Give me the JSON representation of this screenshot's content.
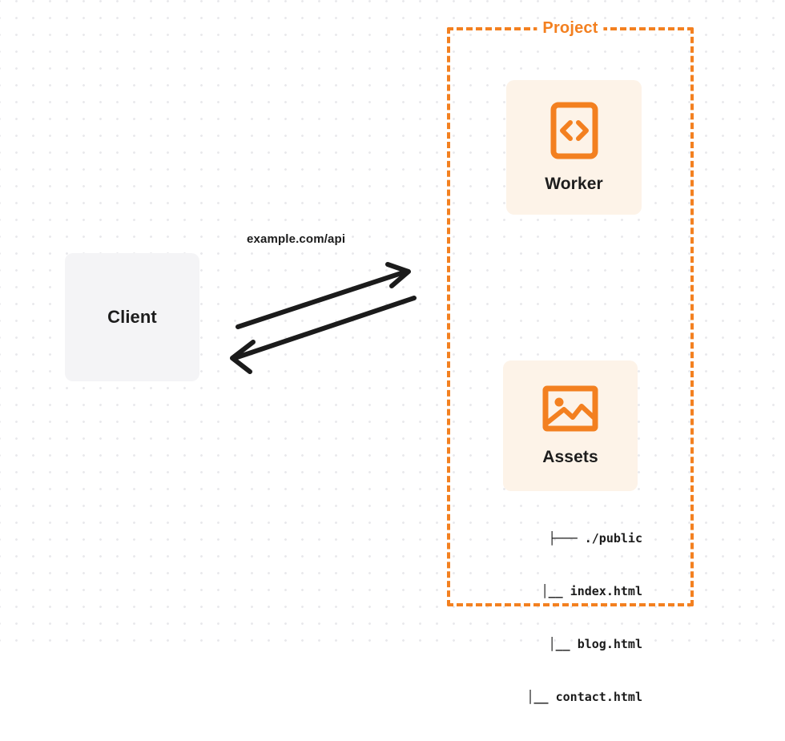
{
  "diagram": {
    "title": "Project",
    "background": {
      "dot_color": "#e9e9ec",
      "page_color": "#ffffff"
    },
    "colors": {
      "accent": "#f38020",
      "card_bg": "#fdf3e8",
      "client_bg": "#f4f4f6",
      "text": "#1d1d1d"
    }
  },
  "client": {
    "label": "Client"
  },
  "edge": {
    "label": "example.com/api",
    "request_direction": "client-to-project",
    "response_direction": "project-to-client"
  },
  "project": {
    "label": "Project",
    "services": [
      {
        "label": "Worker",
        "icon": "code-brackets-icon"
      },
      {
        "label": "Assets",
        "icon": "image-icon"
      }
    ]
  },
  "file_tree": {
    "rows": [
      {
        "branch": "├───",
        "name": "./public"
      },
      {
        "branch": "│__",
        "name": "index.html"
      },
      {
        "branch": "│__",
        "name": "blog.html"
      },
      {
        "branch": "│__",
        "name": "contact.html"
      }
    ]
  }
}
